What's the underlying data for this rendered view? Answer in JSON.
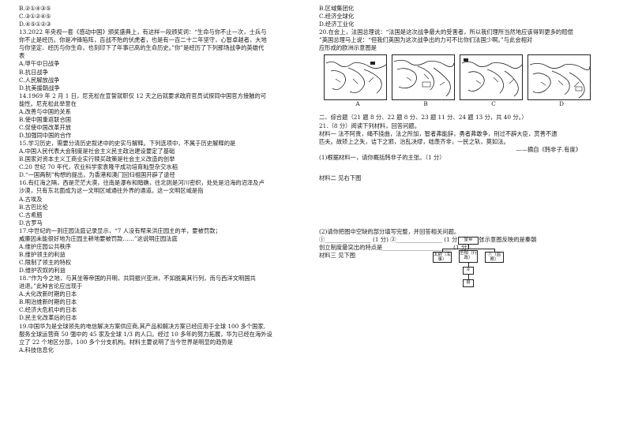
{
  "left": {
    "lines_top": [
      "B.②①④③⑤",
      "C.③①②④⑤",
      "D.④⑤①②③"
    ],
    "q13": [
      "13.2022 年央视一套《感动中国》颁奖盛典上，有这样一段颁奖词：“生命与你不止一次，士兵与",
      "你不止是经历。你是冲锋陷阵，百战不殆的伏虎者，也是有一百二十二年坚守，心智卓越者，大地",
      "与你坚定、经历与你生命，也刻印下了年事已高的生命历史。”你”是经历了下列那场战争的英雄代",
      "表"
    ],
    "q13_opts": [
      "A.甲午中日战争",
      "B.抗日战争",
      "C.人民解放战争",
      "D.抗美援朝战争"
    ],
    "q14": [
      "14.1969 年 2 月 1 日，尼克松在宣誓就职仅 12 天之后就要求政府官员试探同中国官方接触的可",
      "能性。尼克松此举意在"
    ],
    "q14_opts": [
      "A.改善与中国的关系",
      "B.使中国重返联合国",
      "C.促使中国改革开放",
      "D.加强同中国的合作"
    ],
    "q15": [
      "15.学习历史，需要分清历史叙述中的史实与解释。下列选项中，不属于历史解释的是",
      "A.中国人民代表大会制度是社会主义民主政治建设要定了基础",
      "B.国家对资本主义工商业实行赎买政策是社会主义改造的创举",
      "C.20 世纪 70 年代，农业科学家袁隆平成功培育籼型杂交水稻",
      "D.“一国两制”构想的提出，为香港和澳门回归祖国开辟了途径"
    ],
    "q16": [
      "16.有红海之隔，西是茫茫大漠，往南是瀑布和暗礁，往北则是河川密织，处处是沿海的沼泽及卢",
      "沙漠，只有东北面成为这一文明区域通往外界的通道。这一文明区域是指"
    ],
    "q16_opts": [
      "A.古埃及",
      "B.古巴比伦",
      "C.古希腊",
      "D.古罗马"
    ],
    "q17": [
      "17.中世纪的一则庄园法庭记录显示，“7 人没有帮来洪庄园主的羊，要被罚款；",
      "威廉因未能很好地为庄园主耕地要被罚款……”这说明庄园法庭"
    ],
    "q17_opts": [
      "A.维护庄园公共秩序",
      "B.维护领主的利益",
      "C.限制了领主的特权",
      "D.维护农奴的利益"
    ],
    "q18": [
      "18.“作为今之地，与其坐等帝国的开明，共同振兴亚洲，不如脱离其行列，而与西洋文明国共",
      "进退。”此种言论应出现于"
    ],
    "q18_opts": [
      "A.大化改新时期的日本",
      "B.明治维新时期的日本",
      "C.经济大危机中的日本",
      "D.民主化改革后的日本"
    ],
    "q19": [
      "19.中国华为是全球领先的电信解决方案供应商,其产品和解决方案已经应用于全球 100 多个国家,",
      "服务全球运营商 50 强中的 45 家及全球 1/3 的人口。经过 10 多年的努力拓展，华为已经在海外设",
      "立了 22 个地区分部，100 多个分支机构。材料主要说明了当今世界是明显的趋势是"
    ],
    "q19_opts": [
      "A.科技信息化"
    ]
  },
  "right": {
    "q19_opts": [
      "B.区域集团化",
      "C.经济全球化",
      "D.经济工业化"
    ],
    "q20": [
      "20.在会上，法国总理说：“法国是这次战争最大的受害者，所以我们理所当然地应该得到更多的赔偿",
      "”英国总理马上说：“但我们英国为这次战争出的力可不比你们法国少啊。”与此会相对",
      "应形成的欧洲示意图是"
    ],
    "map_labels": [
      "A",
      "B",
      "C",
      "D"
    ],
    "section2": "二、综合题（21 题 8 分、22 题 8 分、23 题 11 分、24 题 13 分，共 40 分。）",
    "q21": "21.（8 分）阅读下列材料，回答问题。",
    "m1": [
      "材料一  法不阿贵，绳不挠曲，法之所加，智者弗能辞，勇者弗敢争，刑过不辟大臣，赏善不遗",
      "匹夫。故矫上之失，诘下之邪，治乱决缪，绌羡齐非，一民之轨，莫如法。"
    ],
    "m1_src": "——摘自《韩非子.有度》",
    "q21_1": "(1)根据材料一，请你概括韩非子的主张。（1 分）",
    "m2_label": "材料二    见右下图",
    "chart": {
      "top": "皇帝",
      "mid_left": "太尉（军事）",
      "mid_center": "丞相（行政）",
      "mid_right": "①（监察）",
      "bottom_mark": "②",
      "bottom": "县"
    },
    "q21_2": "(2)请你把图中空缺的部分填写完整，并回答相关问题。",
    "fill_line": "①________________ (1 分) ②________________ (1 分)  上面这张示意图反映的是秦朝",
    "fill_line2": "创立制度最突出的特点是________________________ (1 分)",
    "m3_label": "材料三    见下图"
  }
}
